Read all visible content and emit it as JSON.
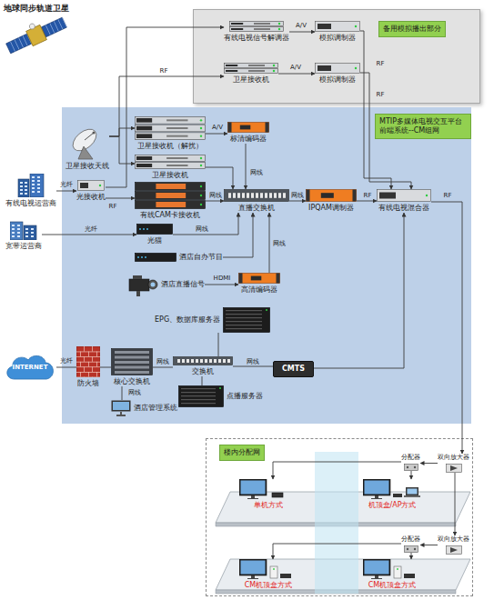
{
  "diagram": {
    "nodes": [
      {
        "text": [
          "备用模拟播出部分"
        ]
      },
      {
        "text": [
          "有线电视信号解调器"
        ],
        "in": 0
      },
      {
        "text": [
          "模拟调制器"
        ],
        "in": 0
      },
      {
        "text": [
          "卫星接收机"
        ],
        "in": 0
      },
      {
        "text": [
          "模拟调制器"
        ],
        "in": 0
      },
      {
        "text": [
          "MTIP多媒体电视交互平台 前端系统--CM组网"
        ]
      },
      {
        "text": [
          "卫星接收天线"
        ],
        "in": 5
      },
      {
        "text": [
          "卫星接收机（解扰）"
        ],
        "in": 5
      },
      {
        "text": [
          "卫星接收机"
        ],
        "in": 5
      },
      {
        "text": [
          "标清编码器"
        ],
        "in": 5
      },
      {
        "text": [
          "有线电视运营商"
        ]
      },
      {
        "text": [
          "光接收机"
        ],
        "in": 5
      },
      {
        "text": [
          "有线CAM卡接收机"
        ],
        "in": 5
      },
      {
        "text": [
          "直播交换机"
        ],
        "in": 5
      },
      {
        "text": [
          "IPQAM调制器"
        ],
        "in": 5
      },
      {
        "text": [
          "有线电视混合器"
        ],
        "in": 5
      },
      {
        "text": [
          "宽带运营商"
        ]
      },
      {
        "text": [
          "光猫"
        ],
        "in": 5
      },
      {
        "text": [
          "酒店自办节目"
        ],
        "in": 5
      },
      {
        "text": [
          "酒店直播信号"
        ],
        "in": 5
      },
      {
        "text": [
          "高清编码器"
        ],
        "in": 5
      },
      {
        "text": [
          "INTERNET"
        ]
      },
      {
        "text": [
          "防火墙"
        ],
        "in": 5
      },
      {
        "text": [
          "核心交换机"
        ],
        "in": 5
      },
      {
        "text": [
          "酒店管理系统"
        ],
        "in": 5
      },
      {
        "text": [
          "EPG、数据库服务器"
        ],
        "in": 5
      },
      {
        "text": [
          "交换机"
        ],
        "in": 5
      },
      {
        "text": [
          "点播服务器"
        ],
        "in": 5
      },
      {
        "text": [
          "CMTS"
        ],
        "in": 5
      },
      {
        "text": [
          "地球同步轨道卫星"
        ]
      },
      {
        "text": [
          "楼内分配网"
        ]
      },
      {
        "text": [
          "单机方式"
        ],
        "in": 30
      },
      {
        "text": [
          "机顶盒/AP方式"
        ],
        "in": 30
      },
      {
        "text": [
          "CM机顶盒方式"
        ],
        "in": 30
      },
      {
        "text": [
          "CM机顶盒方式"
        ],
        "in": 30
      },
      {
        "text": [
          "分配器"
        ],
        "in": 30
      },
      {
        "text": [
          "双向放大器"
        ],
        "in": 30
      },
      {
        "text": [
          "分配器"
        ],
        "in": 30
      },
      {
        "text": [
          "双向放大器"
        ],
        "in": 30
      }
    ],
    "edges": [
      {
        "from": 6,
        "to": 7,
        "arrow": "to"
      },
      {
        "from": 6,
        "to": 8,
        "arrow": "to"
      },
      {
        "from": 6,
        "to": 3,
        "arrow": "to",
        "label": "RF"
      },
      {
        "from": 11,
        "to": 1,
        "arrow": "to"
      },
      {
        "from": 11,
        "to": 12,
        "arrow": "to",
        "label": "RF"
      },
      {
        "from": 1,
        "to": 2,
        "arrow": "to",
        "label": "A/V"
      },
      {
        "from": 3,
        "to": 4,
        "arrow": "to",
        "label": "A/V"
      },
      {
        "from": 2,
        "to": 15,
        "arrow": "to",
        "label": "RF"
      },
      {
        "from": 4,
        "to": 15,
        "arrow": "to",
        "label": "RF"
      },
      {
        "from": 7,
        "to": 9,
        "arrow": "to",
        "label": "A/V"
      },
      {
        "from": 10,
        "to": 11,
        "arrow": "to",
        "label": "光纤"
      },
      {
        "from": 9,
        "to": 13,
        "arrow": "to",
        "label": "网线"
      },
      {
        "from": 8,
        "to": 13,
        "arrow": "to"
      },
      {
        "from": 12,
        "to": 13,
        "arrow": "to",
        "label": "网线"
      },
      {
        "from": 16,
        "to": 17,
        "arrow": "to",
        "label": "光纤"
      },
      {
        "from": 17,
        "to": 13,
        "arrow": "to",
        "label": "网线"
      },
      {
        "from": 18,
        "to": 13,
        "arrow": "to"
      },
      {
        "from": 19,
        "to": 20,
        "arrow": "to",
        "label": "HDMI"
      },
      {
        "from": 20,
        "to": 13,
        "arrow": "to",
        "label": "网线"
      },
      {
        "from": 13,
        "to": 14,
        "arrow": "to",
        "label": "网线"
      },
      {
        "from": 14,
        "to": 15,
        "arrow": "to",
        "label": "RF"
      },
      {
        "from": 15,
        "to": 36,
        "arrow": "to",
        "label": "RF"
      },
      {
        "from": 21,
        "to": 22,
        "arrow": "none",
        "label": "光纤"
      },
      {
        "from": 22,
        "to": 23,
        "arrow": "none"
      },
      {
        "from": 23,
        "to": 24,
        "arrow": "none",
        "label": "网线"
      },
      {
        "from": 23,
        "to": 26,
        "arrow": "none",
        "label": "网线"
      },
      {
        "from": 26,
        "to": 25,
        "arrow": "none"
      },
      {
        "from": 26,
        "to": 27,
        "arrow": "none"
      },
      {
        "from": 26,
        "to": 28,
        "arrow": "none",
        "label": "网线"
      },
      {
        "from": 28,
        "to": 15,
        "arrow": "to"
      },
      {
        "from": 36,
        "to": 35,
        "arrow": "to"
      },
      {
        "from": 35,
        "to": 31,
        "arrow": "to"
      },
      {
        "from": 35,
        "to": 32,
        "arrow": "to"
      },
      {
        "from": 36,
        "to": 38,
        "arrow": "to"
      },
      {
        "from": 38,
        "to": 37,
        "arrow": "to"
      },
      {
        "from": 37,
        "to": 33,
        "arrow": "to"
      },
      {
        "from": 37,
        "to": 34,
        "arrow": "to"
      }
    ]
  }
}
